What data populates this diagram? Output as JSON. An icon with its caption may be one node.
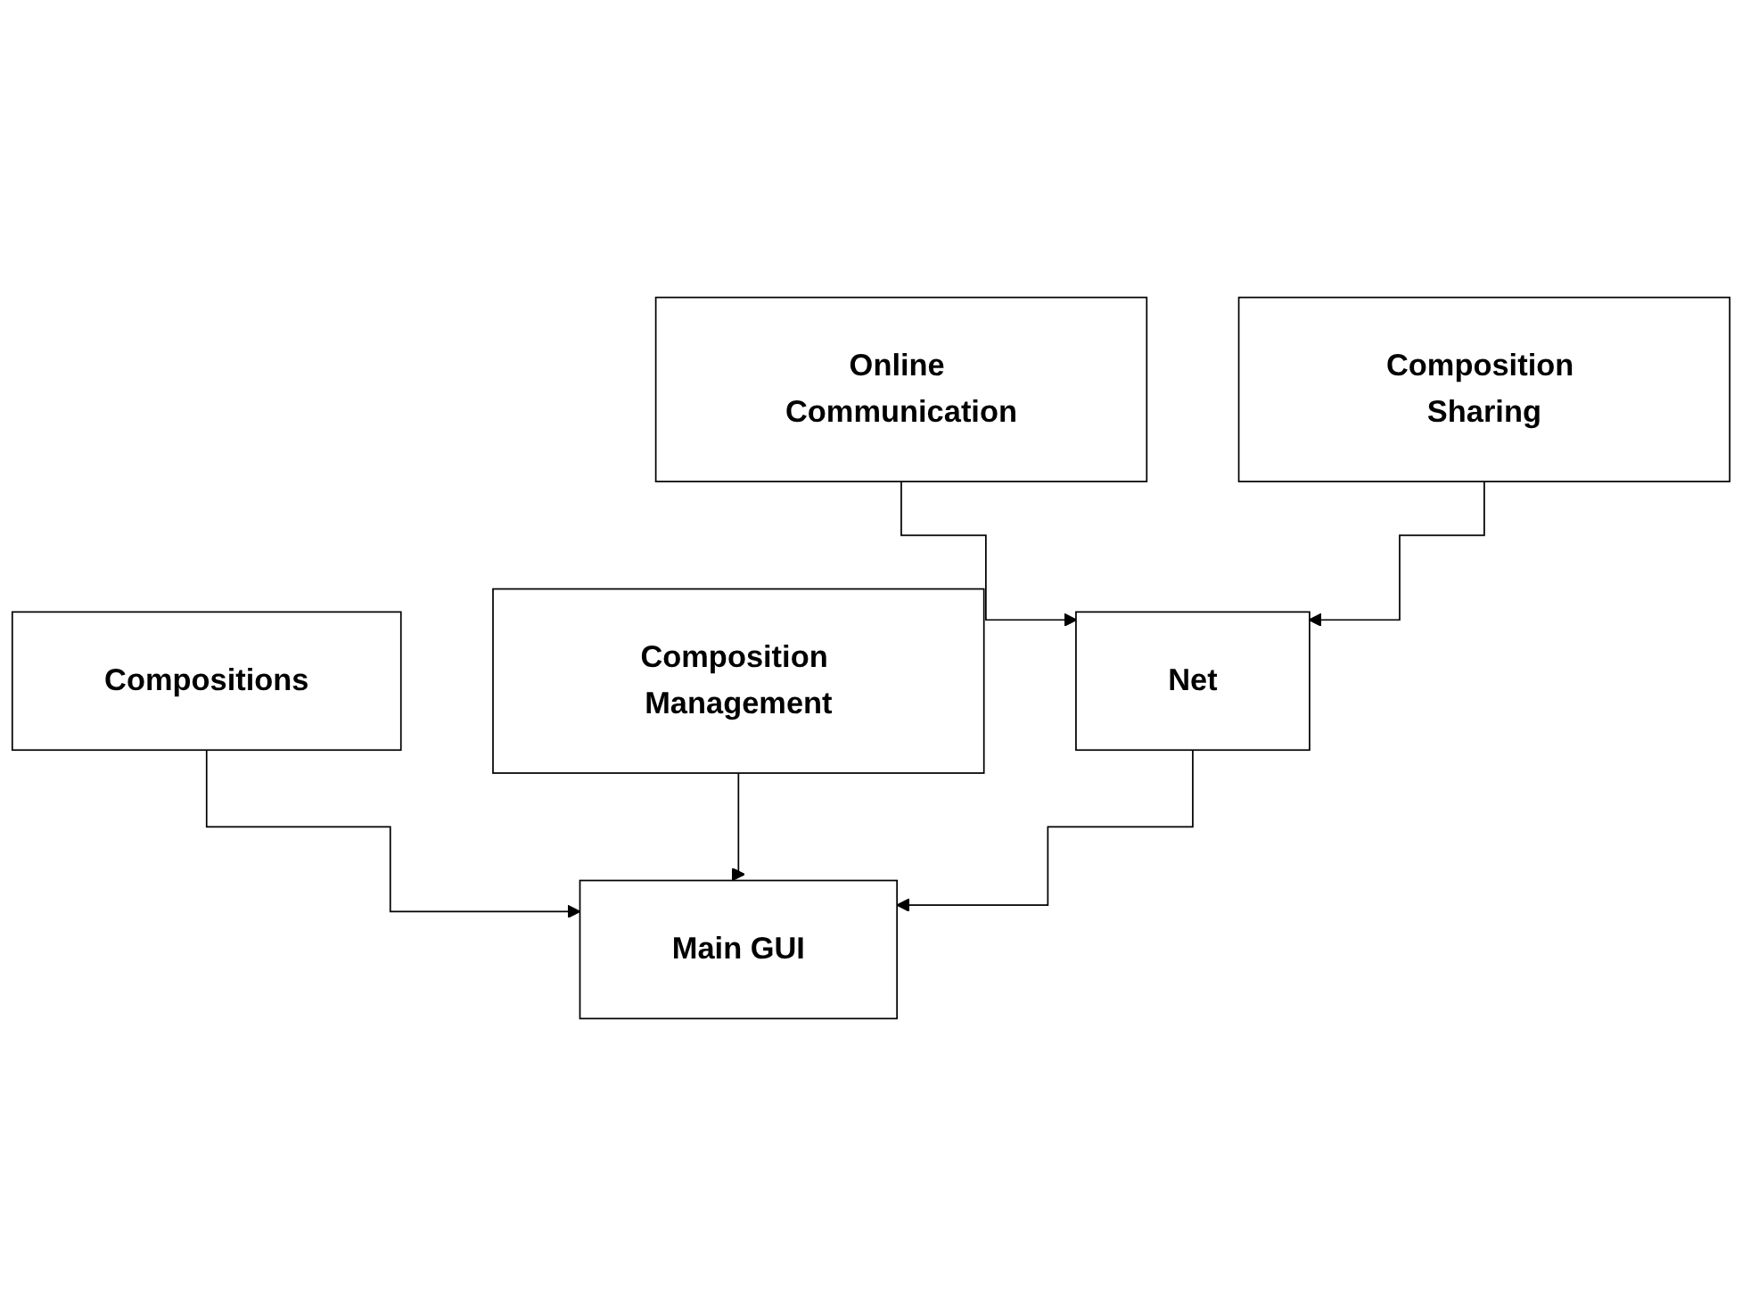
{
  "diagram": {
    "nodes": [
      {
        "text": [
          "Compositions"
        ]
      },
      {
        "text": [
          "Composition Management"
        ]
      },
      {
        "text": [
          "Main GUI"
        ]
      },
      {
        "text": [
          "Net"
        ]
      },
      {
        "text": [
          "Online Communication"
        ]
      },
      {
        "text": [
          "Composition Sharing"
        ]
      }
    ],
    "edges": [
      {
        "from": 0,
        "to": 2,
        "arrow": "to"
      },
      {
        "from": 1,
        "to": 2,
        "arrow": "to"
      },
      {
        "from": 3,
        "to": 2,
        "arrow": "to"
      },
      {
        "from": 4,
        "to": 3,
        "arrow": "to"
      },
      {
        "from": 5,
        "to": 3,
        "arrow": "to"
      }
    ]
  }
}
